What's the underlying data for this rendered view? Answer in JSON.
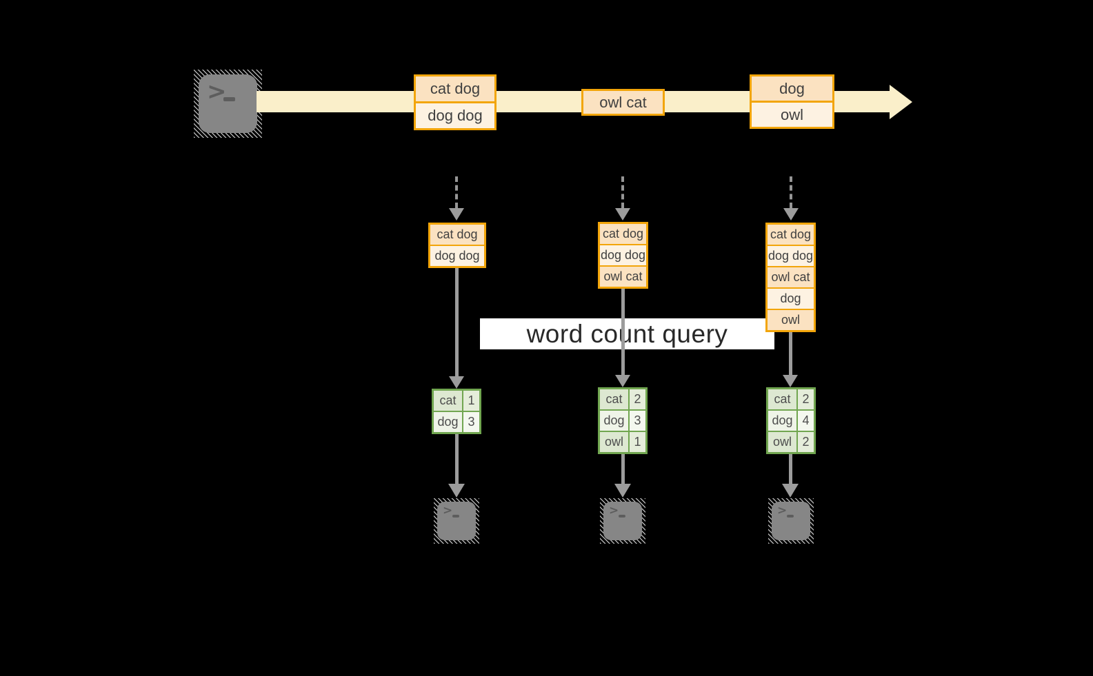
{
  "query_banner": {
    "label": "word count query"
  },
  "stream": {
    "source_icon": "terminal-icon",
    "events": [
      {
        "lines": [
          "cat dog",
          "dog dog"
        ]
      },
      {
        "lines": [
          "owl cat"
        ]
      },
      {
        "lines": [
          "dog",
          "owl"
        ]
      }
    ]
  },
  "columns": [
    {
      "snapshot": [
        "cat dog",
        "dog dog"
      ],
      "counts": [
        {
          "word": "cat",
          "n": "1"
        },
        {
          "word": "dog",
          "n": "3"
        }
      ],
      "sink_icon": "terminal-icon"
    },
    {
      "snapshot": [
        "cat dog",
        "dog dog",
        "owl cat"
      ],
      "counts": [
        {
          "word": "cat",
          "n": "2"
        },
        {
          "word": "dog",
          "n": "3"
        },
        {
          "word": "owl",
          "n": "1"
        }
      ],
      "sink_icon": "terminal-icon"
    },
    {
      "snapshot": [
        "cat dog",
        "dog dog",
        "owl cat",
        "dog",
        "owl"
      ],
      "counts": [
        {
          "word": "cat",
          "n": "2"
        },
        {
          "word": "dog",
          "n": "4"
        },
        {
          "word": "owl",
          "n": "2"
        }
      ],
      "sink_icon": "terminal-icon"
    }
  ],
  "palette": {
    "background": "#000000",
    "stream_fill": "#faefca",
    "amber_border": "#f2a50a",
    "peach_dark": "#fbe2c1",
    "peach_light": "#fdf2e2",
    "green_border": "#71a650",
    "green_label_dark": "#dde8d1",
    "green_value_dark": "#e5edda",
    "green_label_light": "#eff4e8",
    "green_value_light": "#f4f8ef",
    "arrow_gray": "#9c9c9c",
    "terminal_gray": "#868686",
    "banner_bg": "#ffffff"
  }
}
